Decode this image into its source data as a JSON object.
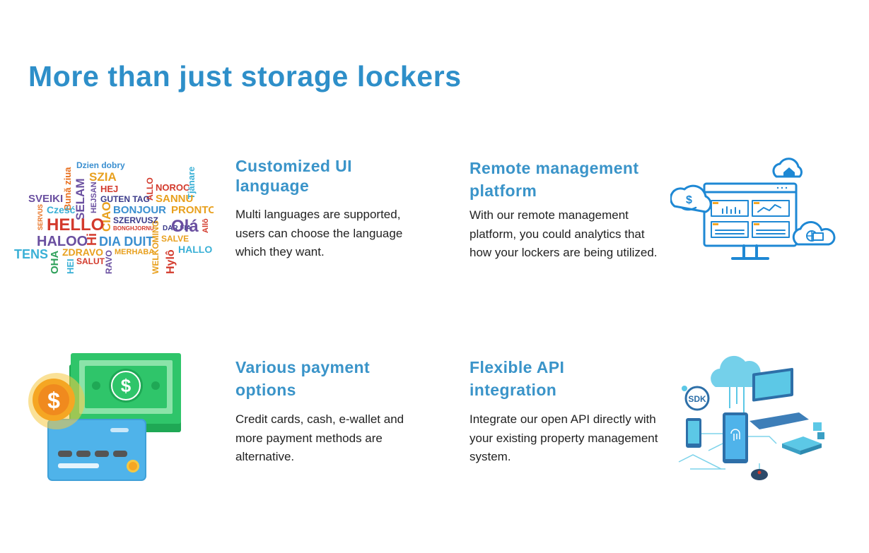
{
  "page": {
    "title": "More than just storage lockers"
  },
  "features": [
    {
      "title_line1": "Customized UI",
      "title_line2": "language",
      "description": "Multi languages are supported, users can choose the language which they want.",
      "image_icon": "language-word-cloud"
    },
    {
      "title_line1": "Remote management",
      "title_line2": "platform",
      "description": "With our remote management platform, you could analytics that how your lockers are being utilized.",
      "image_icon": "monitor-cloud-analytics"
    },
    {
      "title_line1": "Various payment",
      "title_line2": "options",
      "description": "Credit cards, cash, e-wallet and more payment methods are alternative.",
      "image_icon": "money-card-coin"
    },
    {
      "title_line1": "Flexible API",
      "title_line2": "integration",
      "description": "Integrate our open API directly with your existing property management system.",
      "image_icon": "api-network-devices"
    }
  ],
  "word_cloud": {
    "words": [
      "Dzien dobry",
      "Bună ziua",
      "SZIA",
      "SELAM",
      "HEJ",
      "NOROC",
      "Tjänare",
      "ALLO",
      "SVEIKI",
      "HEJSAN",
      "GUTEN TAG",
      "SANNU",
      "SERVUS",
      "Cześć",
      "CIAO",
      "BONJOUR",
      "PRONTO",
      "HELLO",
      "SZERVUSZ",
      "BONGHJORNU",
      "DAR FIA",
      "Olá",
      "Allô",
      "HALOO",
      "Hi",
      "DIA DUIT",
      "SALVE",
      "HALLO",
      "TENS",
      "OHA",
      "ZDRAVO",
      "MERHABA",
      "WELKOMING",
      "Hylô",
      "HEI",
      "SALUT",
      "RAVO"
    ]
  },
  "illustration_labels": {
    "sdk_label": "SDK",
    "dollar_sign": "$"
  },
  "colors": {
    "title_blue": "#2e8fc9",
    "heading_blue": "#3a94c9",
    "body_text": "#222222",
    "icon_blue": "#1e88d4",
    "money_green": "#2fc56a",
    "card_blue": "#4fb3ea",
    "coin_orange": "#f5a623"
  }
}
